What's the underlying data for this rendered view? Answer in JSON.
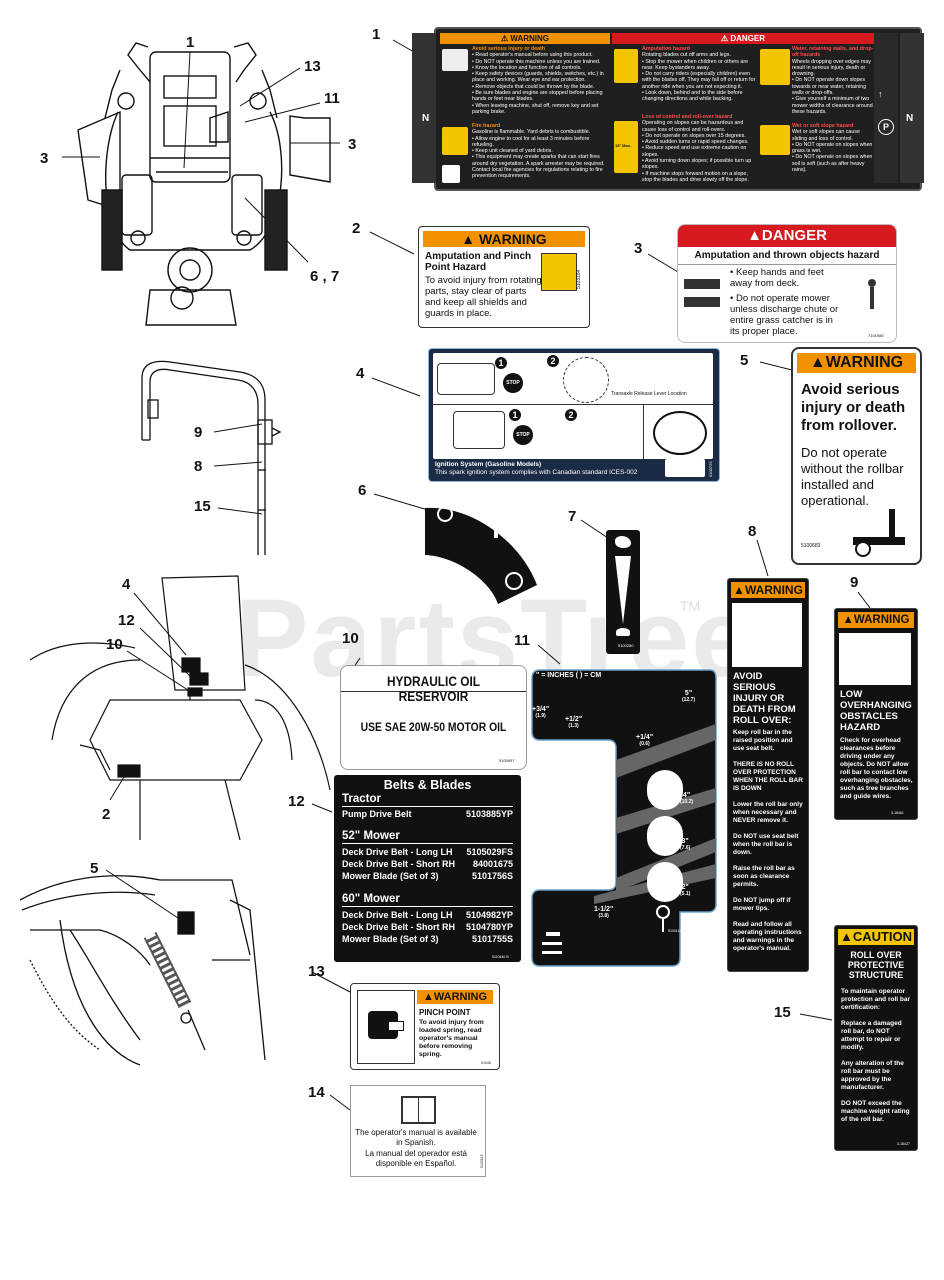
{
  "watermark": "PartsTree",
  "watermark_tm": "TM",
  "callouts": {
    "c1a": "1",
    "c13a": "13",
    "c11a": "11",
    "c3a": "3",
    "c3b": "3",
    "c67": "6 , 7",
    "c1b": "1",
    "c2a": "2",
    "c3c": "3",
    "c4a": "4",
    "c5a": "5",
    "c6": "6",
    "c7": "7",
    "c8a": "8",
    "c9a": "9",
    "c9b": "9",
    "c8b": "8",
    "c15a": "15",
    "c4b": "4",
    "c12a": "12",
    "c10a": "10",
    "c2b": "2",
    "c10b": "10",
    "c11b": "11",
    "c12b": "12",
    "c5b": "5",
    "c13b": "13",
    "c14": "14",
    "c15b": "15"
  },
  "decal1": {
    "warning_header": "WARNING",
    "danger_header": "DANGER",
    "b1_title": "Avoid serious injury or death",
    "b1_lines": [
      "• Read operator's manual before using this product.",
      "• Do NOT operate this machine unless you are trained.",
      "• Know the location and function of all controls.",
      "• Keep safety devices (guards, shields, switches, etc.) in place and working. Wear eye and ear protection.",
      "• Remove objects that could be thrown by the blade.",
      "• Be sure blades and engine are stopped before placing hands or feet near blades.",
      "• When leaving machine, shut off, remove key and set parking brake."
    ],
    "b2_title": "Fire hazard",
    "b2_lines": [
      "Gasoline is flammable. Yard debris is combustible.",
      "• Allow engine to cool for at least 3 minutes before refueling.",
      "• Keep unit cleaned of yard debris.",
      "• This equipment may create sparks that can start fires around dry vegetation. A spark arrester may be required. Contact local fire agencies for regulations relating to fire prevention requirements."
    ],
    "b3_title": "Amputation hazard",
    "b3_lines": [
      "Rotating blades cut off arms and legs.",
      "• Stop the mower when children or others are near. Keep bystanders away.",
      "• Do not carry riders (especially children) even with the blades off. They may fall off or return for another ride when you are not expecting it.",
      "• Look down, behind and to the side before changing directions and while backing."
    ],
    "b4_title": "Loss of control and roll-over hazard",
    "b4_lines": [
      "Operating on slopes can be hazardous and cause loss of control and roll-overs.",
      "• Do not operate on slopes over 15 degrees.",
      "• Avoid sudden turns or rapid speed changes.",
      "• Reduce speed and use extreme caution on slopes.",
      "• Avoid turning down slopes; if possible turn up slopes.",
      "• If machine stops forward motion on a slope, stop the blades and drive slowly off the slope."
    ],
    "b4_icon": "15° Max.",
    "b5_title": "Water, retaining walls, and drop-off hazards",
    "b5_lines": [
      "Wheels dropping over edges may result in serious injury, death or drowning.",
      "• Do NOT operate down slopes towards or near water, retaining walls or drop-offs.",
      "• Give yourself a minimum of two mower widths of clearance around these hazards."
    ],
    "b6_title": "Wet or soft slope hazard",
    "b6_lines": [
      "Wet or soft slopes can cause sliding and loss of control.",
      "• Do NOT operate on slopes when grass is wet.",
      "• Do NOT operate on slopes when soil is soft (such as after heavy rains)."
    ],
    "n_left": "N",
    "n_right": "N",
    "p_symbol": "P"
  },
  "decal2": {
    "header": "WARNING",
    "title": "Amputation and Pinch Point Hazard",
    "body": "To avoid injury from rotating parts, stay clear of parts and keep all shields and guards in place.",
    "part": "5103184"
  },
  "decal3": {
    "header": "DANGER",
    "subheader": "Amputation and thrown objects hazard",
    "item1": "Keep hands and feet away from deck.",
    "item2": "Do not operate mower unless discharge chute or entire grass catcher is in its proper place.",
    "part": "7101985"
  },
  "decal4": {
    "lever_caption": "Transaxle Release Lever Location",
    "stop1": "STOP",
    "stop2": "STOP",
    "n1": "1",
    "n2": "2",
    "n3": "1",
    "n4": "2",
    "ign_title": "Ignition System (Gasoline Models)",
    "ign_text": "This spark ignition system complies with Canadian standard ICES-002",
    "part": "5100725"
  },
  "decal5": {
    "header": "WARNING",
    "title": "Avoid serious injury or death from rollover.",
    "body": "Do not operate without the rollbar installed and operational.",
    "part": "5100683"
  },
  "decal7": {
    "part": "5100280"
  },
  "decal8": {
    "header": "WARNING",
    "title": "AVOID SERIOUS INJURY OR DEATH FROM ROLL OVER:",
    "p1": "Keep roll bar in the raised position and use seat belt.",
    "p2": "THERE IS NO ROLL OVER PROTECTION WHEN THE ROLL BAR IS DOWN",
    "p3": "Lower the roll bar only when necessary and NEVER remove it.",
    "p4": "Do NOT use seat belt when the roll bar is down.",
    "p5": "Raise the roll bar as soon as clearance permits.",
    "p6": "Do NOT jump off if mower tips.",
    "p7": "Read and follow all operating instructions and warnings in the operator's manual."
  },
  "decal9": {
    "header": "WARNING",
    "title": "LOW OVERHANGING OBSTACLES HAZARD",
    "body": "Check for overhead clearances before driving under any objects. Do NOT allow roll bar to contact low overhanging obstacles, such as tree branches and guide wires.",
    "part": "3-18461"
  },
  "decal10": {
    "title": "HYDRAULIC OIL RESERVOIR",
    "body": "USE SAE 20W-50 MOTOR OIL",
    "part": "5100957"
  },
  "decal11": {
    "legend": "\" = INCHES ( ) = CM",
    "marks": [
      {
        "in": "+3/4\"",
        "cm": "(1.9)"
      },
      {
        "in": "+1/2\"",
        "cm": "(1.3)"
      },
      {
        "in": "+1/4\"",
        "cm": "(0.6)"
      },
      {
        "in": "5\"",
        "cm": "(12.7)"
      },
      {
        "in": "4\"",
        "cm": "(10.2)"
      },
      {
        "in": "3\"",
        "cm": "(7.6)"
      },
      {
        "in": "2\"",
        "cm": "(5.1)"
      },
      {
        "in": "1-1/2\"",
        "cm": "(3.8)"
      }
    ],
    "part": "5100114"
  },
  "decal12": {
    "title": "Belts & Blades",
    "tractor": "Tractor",
    "pump_label": "Pump Drive Belt",
    "pump_part": "5103885YP",
    "m52": "52\" Mower",
    "m52_rows": [
      {
        "label": "Deck Drive Belt - Long LH",
        "part": "5105029FS"
      },
      {
        "label": "Deck Drive Belt - Short RH",
        "part": "84001675"
      },
      {
        "label": "Mower Blade (Set of 3)",
        "part": "5101756S"
      }
    ],
    "m60": "60\" Mower",
    "m60_rows": [
      {
        "label": "Deck Drive Belt - Long LH",
        "part": "5104982YP"
      },
      {
        "label": "Deck Drive Belt - Short RH",
        "part": "5104780YP"
      },
      {
        "label": "Mower Blade (Set of 3)",
        "part": "5101755S"
      }
    ],
    "part": "5110440 B"
  },
  "decal13": {
    "header": "WARNING",
    "title": "PINCH POINT",
    "body": "To avoid injury from loaded spring, read operator's manual before removing spring.",
    "part": "01045"
  },
  "decal14": {
    "en": "The operator's manual is available in Spanish.",
    "es": "La manual del operador está disponible en Español.",
    "part": "5102619"
  },
  "decal15": {
    "header": "CAUTION",
    "title": "ROLL OVER PROTECTIVE STRUCTURE",
    "p1": "To maintain operator protection and roll bar certification:",
    "p2": "Replace a damaged roll bar, do NOT attempt to repair or modify.",
    "p3": "Any alteration of the roll bar must be approved by the manufacturer.",
    "p4": "DO NOT exceed the machine weight rating of the roll bar.",
    "part": "3-18427"
  }
}
